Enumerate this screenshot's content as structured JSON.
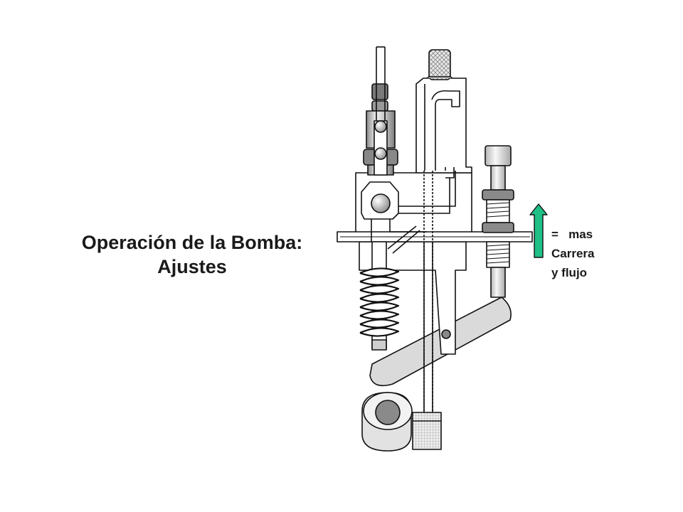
{
  "title": {
    "line1": "Operación de la Bomba:",
    "line2": "Ajustes"
  },
  "legend": {
    "line1": "=   mas",
    "line2": "Carrera",
    "line3": "y flujo",
    "arrow_color": "#1fbf86"
  },
  "colors": {
    "outline": "#111111",
    "metal_light": "#dcdcdc",
    "metal_dark": "#9a9a9a",
    "background": "#ffffff"
  }
}
